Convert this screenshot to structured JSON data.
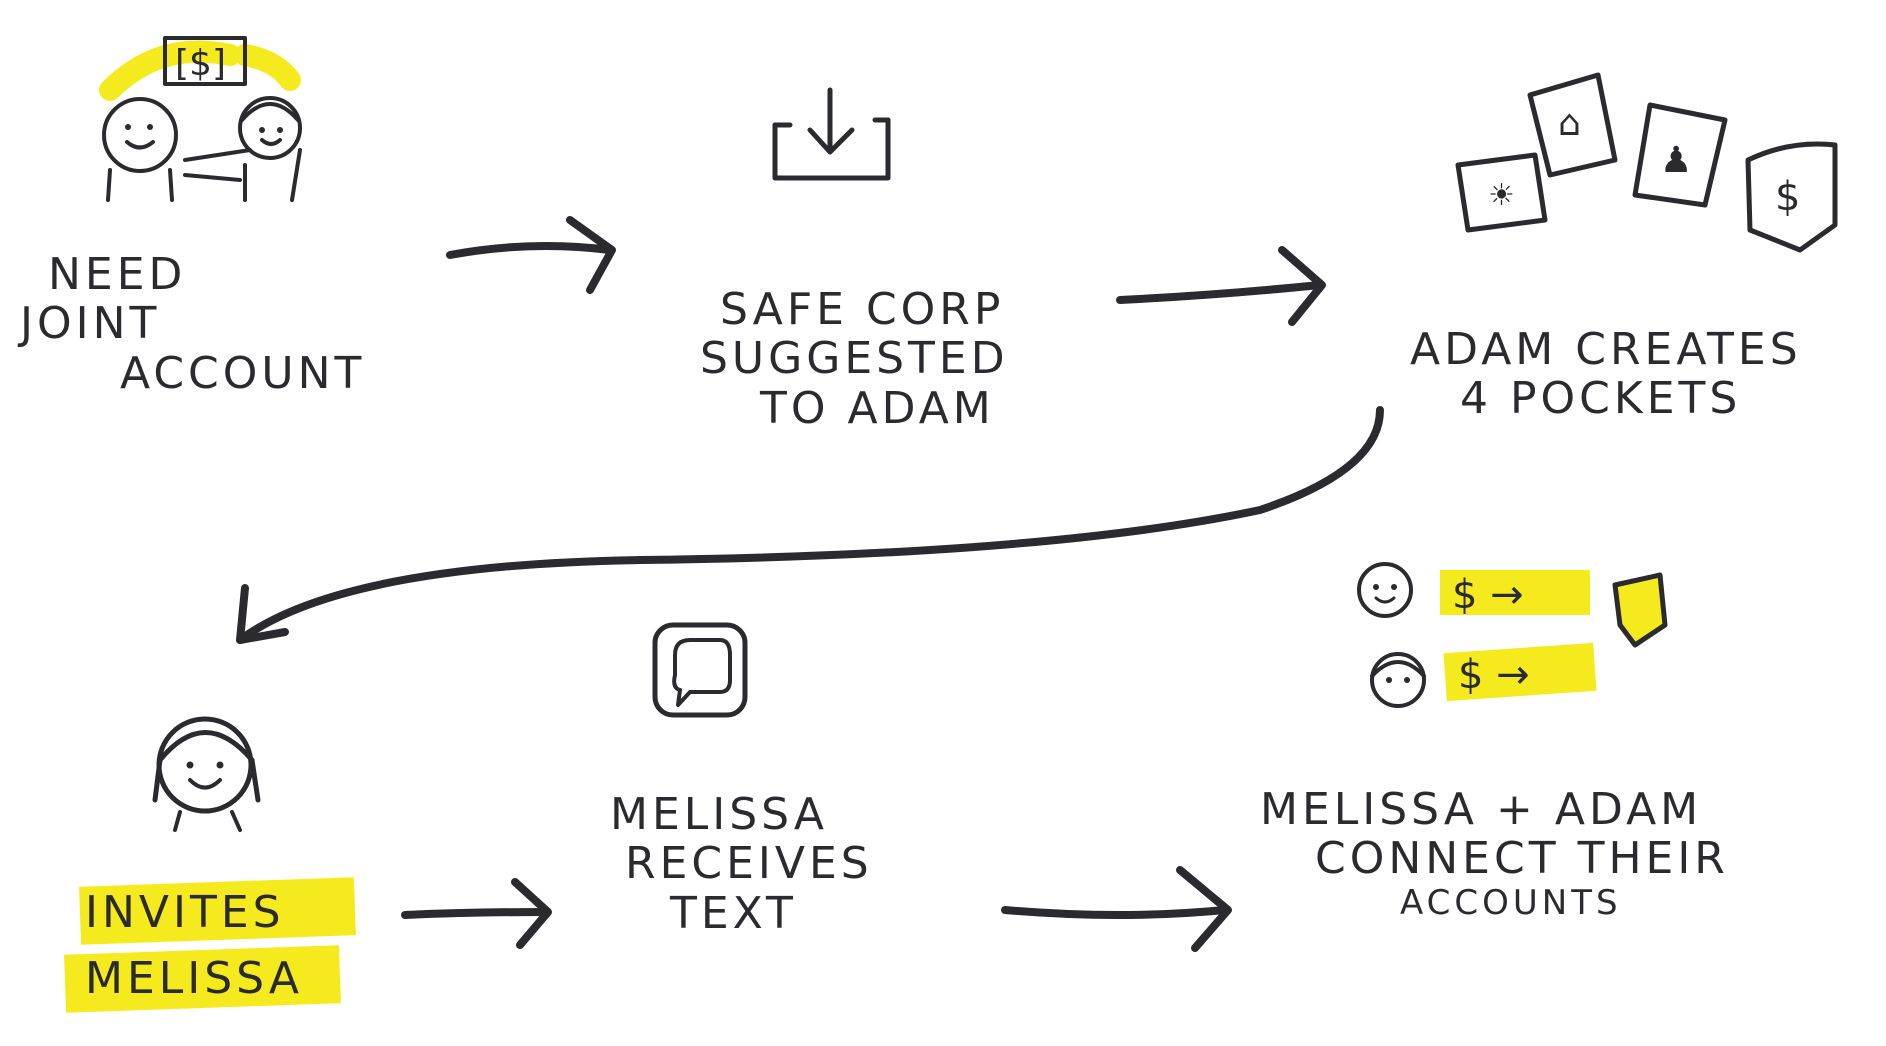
{
  "colors": {
    "ink": "#2b2b2f",
    "highlight": "#f5ea1e",
    "background": "#ffffff"
  },
  "steps": [
    {
      "id": "need-joint-account",
      "icon": "couple-with-money-icon",
      "lines": [
        "NEED",
        "JOINT",
        "ACCOUNT"
      ],
      "icon_text": "[$]"
    },
    {
      "id": "safe-corp-suggested",
      "icon": "download-tray-icon",
      "lines": [
        "SAFE CORP",
        "SUGGESTED",
        "TO ADAM"
      ]
    },
    {
      "id": "adam-creates-pockets",
      "icon": "pocket-cards-icon",
      "lines": [
        "ADAM CREATES",
        "4 POCKETS"
      ],
      "pocket_symbols": [
        "☀",
        "⌂",
        "♟",
        "$"
      ]
    },
    {
      "id": "invites-melissa",
      "icon": "woman-face-icon",
      "lines": [
        "INVITES",
        "MELISSA"
      ]
    },
    {
      "id": "melissa-receives-text",
      "icon": "message-phone-icon",
      "lines": [
        "MELISSA",
        "RECEIVES",
        "TEXT"
      ]
    },
    {
      "id": "connect-accounts",
      "icon": "money-transfer-icon",
      "lines": [
        "MELISSA + ADAM",
        "CONNECT THEIR",
        "ACCOUNTS"
      ],
      "transfer_text": [
        "$ →",
        "$ →"
      ]
    }
  ]
}
